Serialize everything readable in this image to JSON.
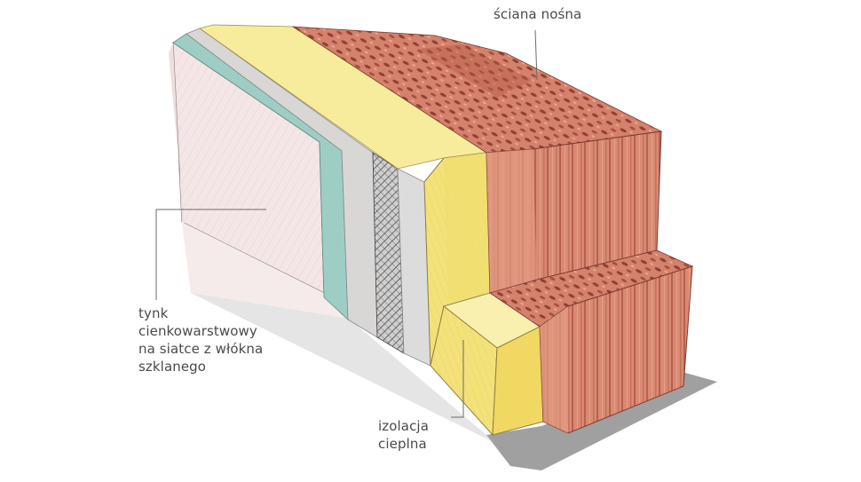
{
  "labels": {
    "load_bearing_wall": [
      "ściana nośna"
    ],
    "plaster": [
      "tynk",
      "cienkowarstwowy",
      "na siatce z włókna",
      "szklanego"
    ],
    "insulation": [
      "izolacja",
      "cieplna"
    ]
  },
  "colors": {
    "brick_front": "#d98a72",
    "brick_top": "#c56a56",
    "brick_dark": "#9c4a3e",
    "insulation_yellow": "#f3e27a",
    "insulation_top": "#f7ec9c",
    "plaster_pink": "#f2e3e3",
    "mesh_teal": "#9ecdc4",
    "grey_layer": "#d9d6d6",
    "hatch": "#5a5a5a",
    "ground_shadow": "#8f8f8f",
    "leader_line": "#6a6a6a",
    "label_text": "#4a4a4a"
  }
}
